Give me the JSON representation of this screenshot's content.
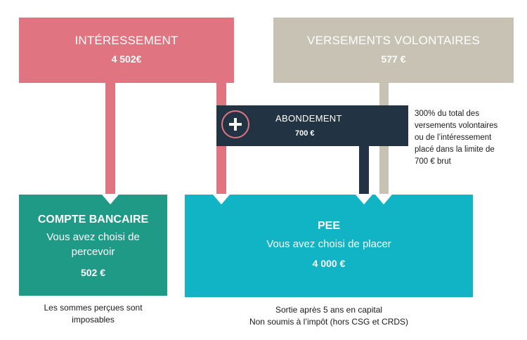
{
  "interessement": {
    "label": "INTÉRESSEMENT",
    "amount": "4 502€"
  },
  "versements": {
    "label": "VERSEMENTS VOLONTAIRES",
    "amount": "577 €"
  },
  "abondement": {
    "label": "ABONDEMENT",
    "amount": "700 €",
    "note": [
      "300% du total des",
      "versements volontaires",
      "ou de l’intéressement",
      "placé dans la limite de",
      "700 € brut"
    ]
  },
  "compte": {
    "title": "COMPTE BANCAIRE",
    "subtitle": [
      "Vous avez choisi de",
      "percevoir"
    ],
    "amount": "502 €",
    "note": [
      "Les sommes perçues sont",
      "imposables"
    ]
  },
  "pee": {
    "title": "PEE",
    "subtitle": "Vous avez choisi de placer",
    "amount": "4 000 €",
    "note": [
      "Sortie après 5 ans en capital",
      "Non soumis à l’impôt (hors CSG et CRDS)"
    ]
  },
  "colors": {
    "interessement": "#e07480",
    "versements": "#c7c2b3",
    "abondement": "#223443",
    "compte": "#1e9a86",
    "pee": "#10b4c4"
  },
  "icons": {
    "abondement": "plus-icon"
  }
}
